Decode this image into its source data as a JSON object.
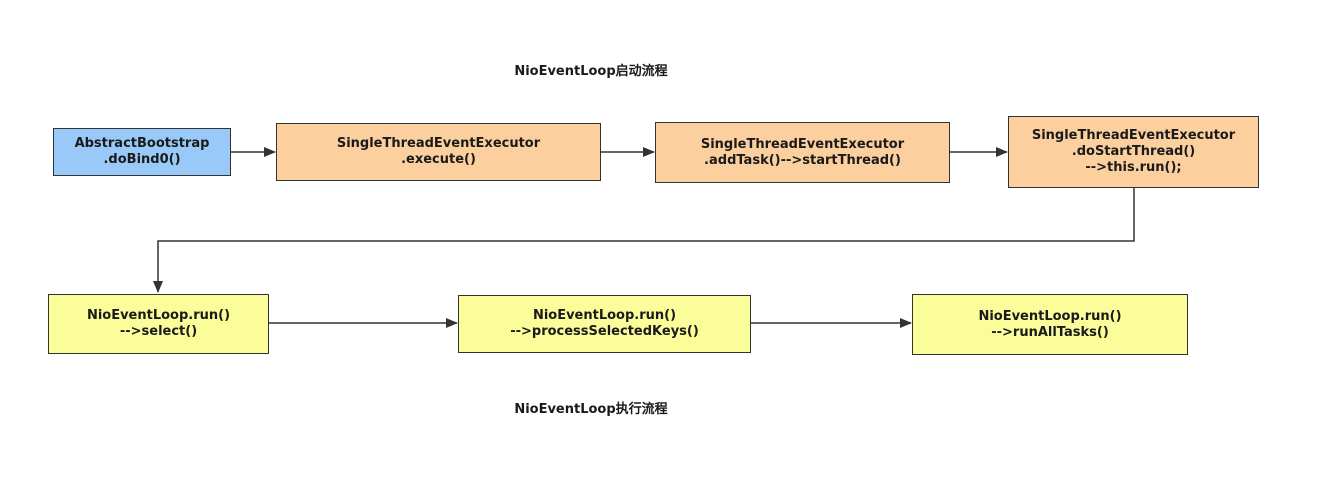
{
  "titles": {
    "start": "NioEventLoop启动流程",
    "exec": "NioEventLoop执行流程"
  },
  "colors": {
    "blue": "#99c9f8",
    "orange": "#fccf9e",
    "yellow": "#fbfc9a",
    "line": "#333333"
  },
  "nodes": {
    "bootstrap": {
      "line1": "AbstractBootstrap",
      "line2": ".doBind0()"
    },
    "execute": {
      "line1": "SingleThreadEventExecutor",
      "line2": ".execute()"
    },
    "addtask": {
      "line1": "SingleThreadEventExecutor",
      "line2": ".addTask()-->startThread()"
    },
    "dostart": {
      "line1": "SingleThreadEventExecutor",
      "line2": ".doStartThread()",
      "line3": "-->this.run();"
    },
    "select": {
      "line1": "NioEventLoop.run()",
      "line2": "-->select()"
    },
    "process": {
      "line1": "NioEventLoop.run()",
      "line2": "-->processSelectedKeys()"
    },
    "runall": {
      "line1": "NioEventLoop.run()",
      "line2": "-->runAllTasks()"
    }
  }
}
